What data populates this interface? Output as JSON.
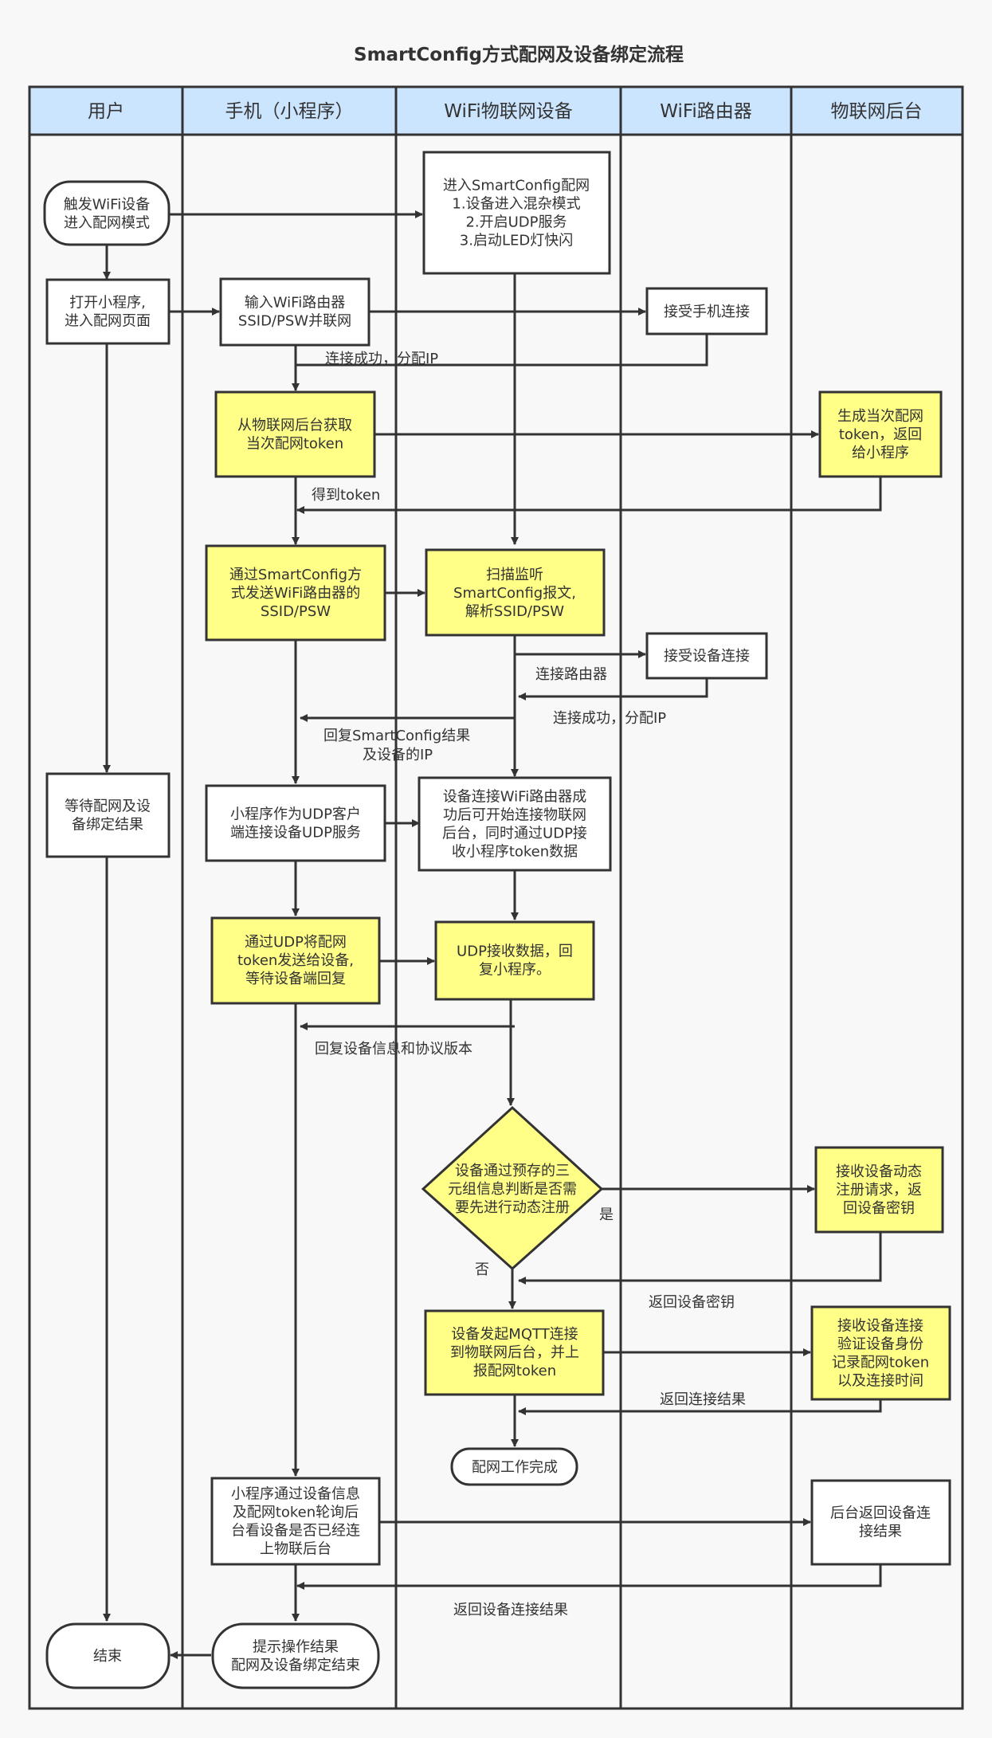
{
  "title": "SmartConfig方式配网及设备绑定流程",
  "lanes": {
    "user": "用户",
    "phone": "手机（小程序）",
    "device": "WiFi物联网设备",
    "router": "WiFi路由器",
    "cloud": "物联网后台"
  },
  "nodes": {
    "trigger": [
      "触发WiFi设备",
      "进入配网模式"
    ],
    "open_app": [
      "打开小程序,",
      "进入配网页面"
    ],
    "wait_result": [
      "等待配网及设",
      "备绑定结果"
    ],
    "end": [
      "结束"
    ],
    "input_wifi": [
      "输入WiFi路由器",
      "SSID/PSW并联网"
    ],
    "get_token": [
      "从物联网后台获取",
      "当次配网token"
    ],
    "send_smartconfig": [
      "通过SmartConfig方",
      "式发送WiFi路由器的",
      "SSID/PSW"
    ],
    "udp_client": [
      "小程序作为UDP客户",
      "端连接设备UDP服务"
    ],
    "send_token": [
      "通过UDP将配网",
      "token发送给设备,",
      "等待设备端回复"
    ],
    "poll_cloud": [
      "小程序通过设备信息",
      "及配网token轮询后",
      "台看设备是否已经连",
      "上物联后台"
    ],
    "notify_result": [
      "提示操作结果",
      "配网及设备绑定结束"
    ],
    "enter_smartconfig": [
      "进入SmartConfig配网",
      "1.设备进入混杂模式",
      "2.开启UDP服务",
      "3.启动LED灯快闪"
    ],
    "scan_listen": [
      "扫描监听",
      "SmartConfig报文,",
      "解析SSID/PSW"
    ],
    "device_connected": [
      "设备连接WiFi路由器成",
      "功后可开始连接物联网",
      "后台，同时通过UDP接",
      "收小程序token数据"
    ],
    "udp_receive": [
      "UDP接收数据，回",
      "复小程序。"
    ],
    "decision": [
      "设备通过预存的三",
      "元组信息判断是否需",
      "要先进行动态注册"
    ],
    "mqtt": [
      "设备发起MQTT连接",
      "到物联网后台，并上",
      "报配网token"
    ],
    "done": [
      "配网工作完成"
    ],
    "accept_phone": [
      "接受手机连接"
    ],
    "accept_device": [
      "接受设备连接"
    ],
    "gen_token": [
      "生成当次配网",
      "token，返回",
      "给小程序"
    ],
    "dyn_register": [
      "接收设备动态",
      "注册请求，返",
      "回设备密钥"
    ],
    "verify": [
      "接收设备连接",
      "验证设备身份",
      "记录配网token",
      "以及连接时间"
    ],
    "cloud_result": [
      "后台返回设备连",
      "接结果"
    ]
  },
  "edge_labels": {
    "connect_ok_ip_1": "连接成功，分配IP",
    "got_token": "得到token",
    "connect_router": "连接路由器",
    "connect_ok_ip_2": "连接成功，分配IP",
    "reply_sc_1": "回复SmartConfig结果",
    "reply_sc_2": "及设备的IP",
    "reply_info": "回复设备信息和协议版本",
    "yes": "是",
    "no": "否",
    "return_key": "返回设备密钥",
    "return_conn": "返回连接结果",
    "return_dev_conn": "返回设备连接结果"
  },
  "colors": {
    "highlight": "#ffff88",
    "lane_header": "#cce5ff",
    "stroke": "#333333",
    "background": "#f8f8f8"
  }
}
